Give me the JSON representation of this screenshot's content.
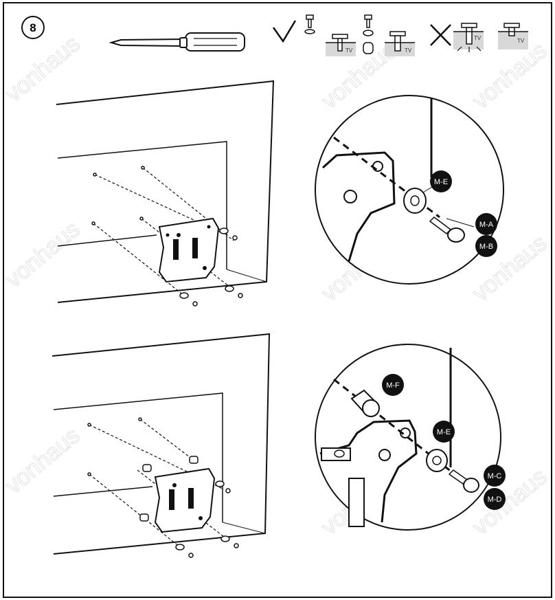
{
  "step": {
    "number": "8"
  },
  "tool": {
    "icon": "screwdriver-icon"
  },
  "legend": {
    "correct_icon": "checkmark-icon",
    "wrong_icon": "cross-icon",
    "tv_label": "TV"
  },
  "watermark": {
    "text": "vonhaus"
  },
  "detail_top": {
    "labels": {
      "washer": "M-E",
      "screw_a": "M-A",
      "screw_b": "M-B"
    }
  },
  "detail_bottom": {
    "labels": {
      "spacer": "M-F",
      "washer": "M-E",
      "screw_c": "M-C",
      "screw_d": "M-D"
    }
  },
  "colors": {
    "ink": "#111111",
    "label_bg": "#111111",
    "label_text": "#ffffff",
    "watermark": "#e6e6e6"
  }
}
